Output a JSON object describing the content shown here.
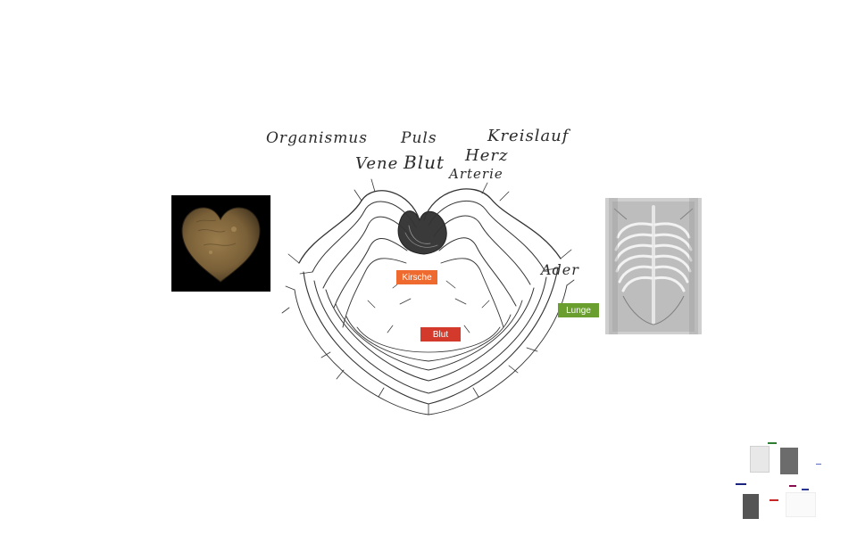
{
  "words": {
    "organismus": "Organismus",
    "puls": "Puls",
    "kreislauf": "Kreislauf",
    "vene": "Vene",
    "blut": "Blut",
    "herz": "Herz",
    "arterie": "Arterie",
    "ader": "Ader"
  },
  "tags": {
    "kirsche": {
      "label": "Kirsche",
      "color": "#ee6a2f"
    },
    "blut": {
      "label": "Blut",
      "color": "#d33a2c"
    },
    "lunge": {
      "label": "Lunge",
      "color": "#6a9f30"
    }
  },
  "images": {
    "heart": "heart-shaped-object-photo",
    "xray": "ribcage-xray-drawing",
    "veins": "heart-veins-sketch"
  },
  "colors": {
    "background": "#ffffff",
    "ink": "#2b2b2b"
  }
}
